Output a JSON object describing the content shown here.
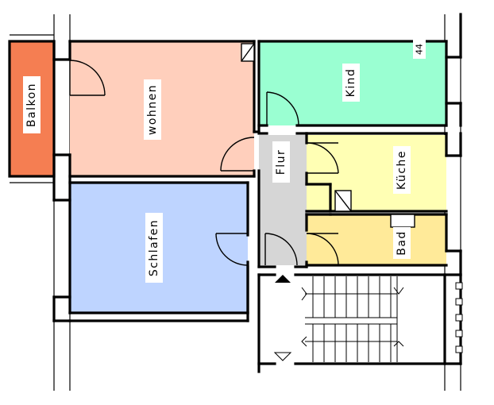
{
  "rooms": {
    "balkon": {
      "label": "Balkon",
      "color": "#F57E52"
    },
    "wohnen": {
      "label": "wohnen",
      "color": "#FFCFBC"
    },
    "kind": {
      "label": "Kind",
      "color": "#9AFFD2"
    },
    "flur": {
      "label": "Flur",
      "color": "#D6D6D6"
    },
    "kueche": {
      "label": "Küche",
      "color": "#FFFFB4"
    },
    "bad": {
      "label": "Bad",
      "color": "#FFEA99"
    },
    "schlafen": {
      "label": "Schlafen",
      "color": "#BED4FF"
    }
  },
  "annotations": {
    "corner_label": "44"
  },
  "colors": {
    "wall": "#000000",
    "stair_line": "#000000"
  }
}
